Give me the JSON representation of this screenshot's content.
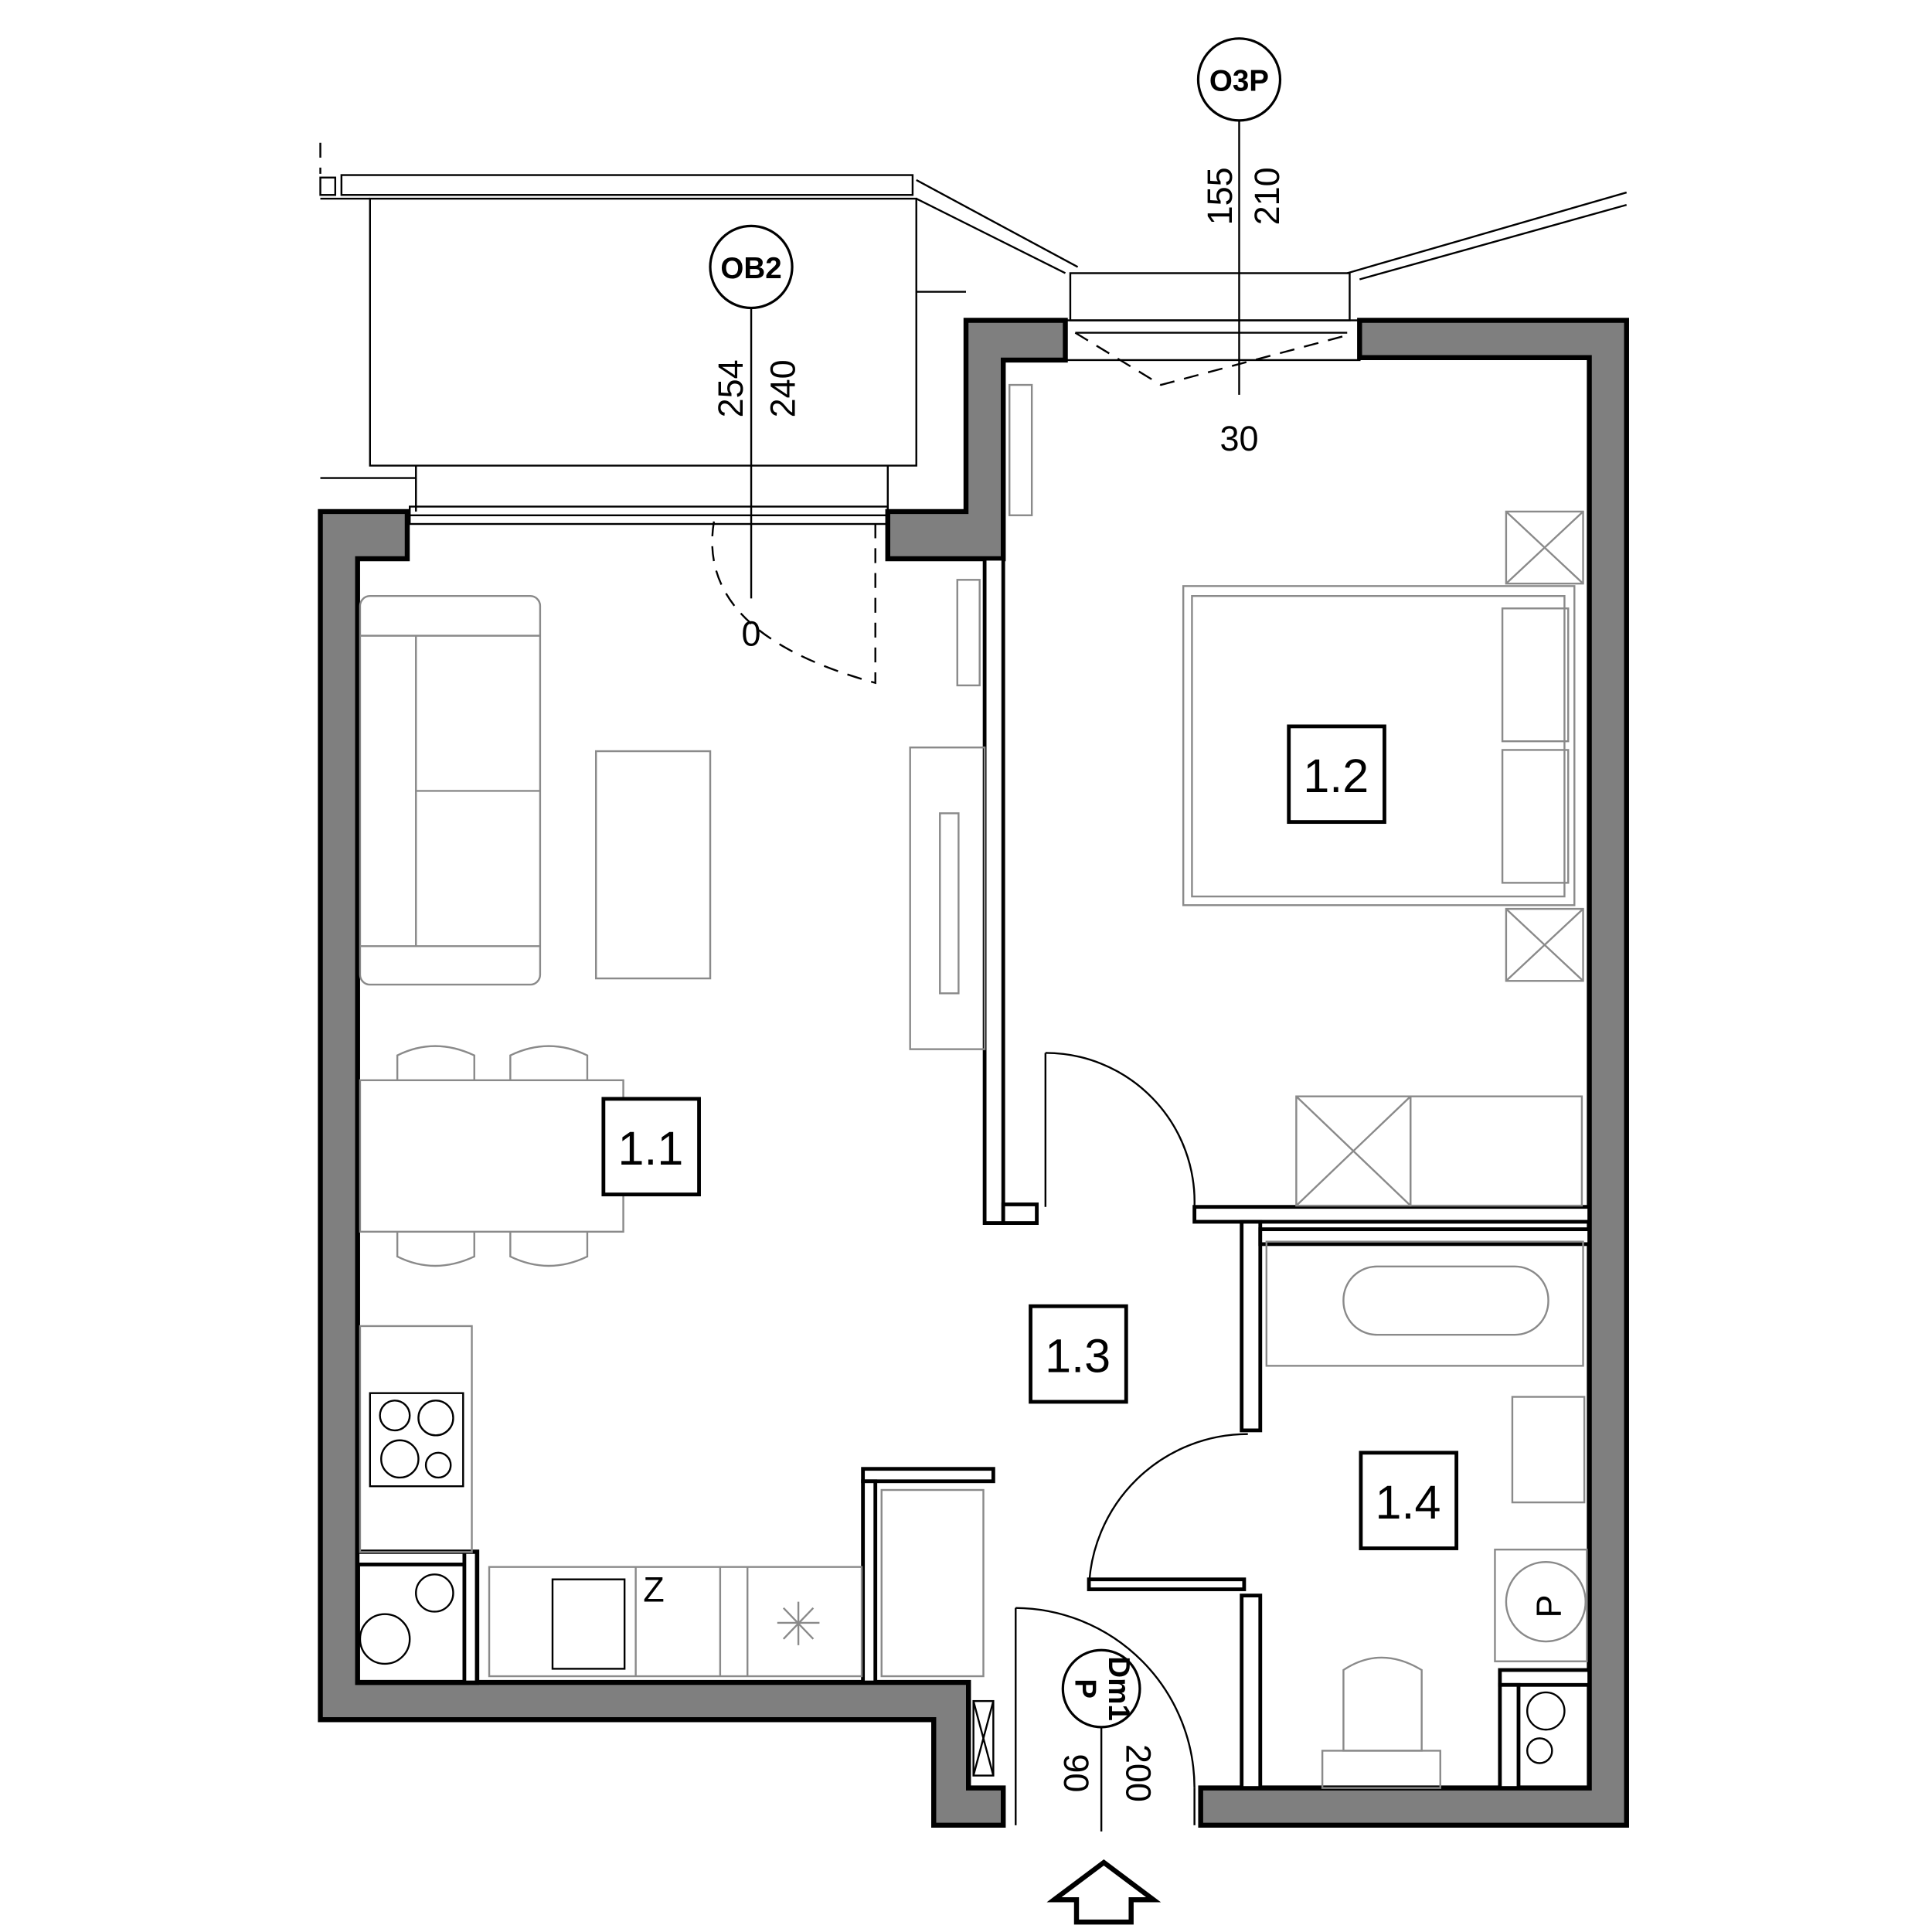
{
  "rooms": [
    {
      "id": "1.1"
    },
    {
      "id": "1.2"
    },
    {
      "id": "1.3"
    },
    {
      "id": "1.4"
    }
  ],
  "balcony_tag": {
    "code": "OB2",
    "dim_a": "254",
    "dim_b": "240",
    "sill": "0"
  },
  "window_tag": {
    "code": "O3P",
    "dim_a": "155",
    "dim_b": "210",
    "sill": "30"
  },
  "entry_door_tag": {
    "code": "Dm1",
    "type": "P",
    "width": "90",
    "height": "200"
  },
  "fixtures": {
    "washer_label": "P",
    "sink_label": "Z"
  },
  "colors": {
    "wall_fill": "#7f7f7f",
    "line": "#000000",
    "furniture": "#8a8a8a"
  }
}
